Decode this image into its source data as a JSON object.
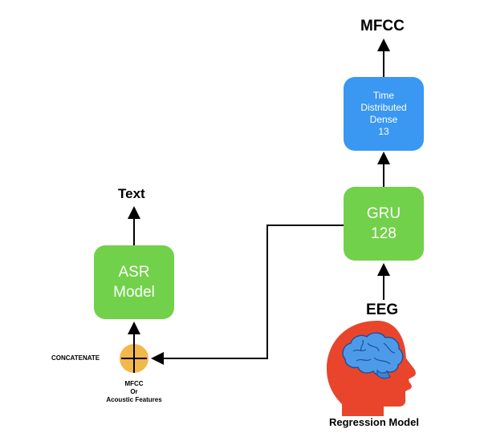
{
  "outputs": {
    "mfcc": "MFCC",
    "text": "Text"
  },
  "input": {
    "eeg": "EEG"
  },
  "boxes": {
    "dense": {
      "lines": [
        "Time",
        "Distributed",
        "Dense",
        "13"
      ]
    },
    "gru": {
      "lines": [
        "GRU",
        "128"
      ]
    },
    "asr": {
      "lines": [
        "ASR",
        "Model"
      ]
    }
  },
  "concat": {
    "label": "CONCATENATE"
  },
  "features": {
    "lines": [
      "MFCC",
      "Or",
      "Acoustic Features"
    ]
  },
  "caption": "Regression Model",
  "colors": {
    "green": "#72d14a",
    "blue": "#3a97f2",
    "head": "#e8452c",
    "brain": "#4d9be8",
    "concat": "#f3b84a"
  }
}
